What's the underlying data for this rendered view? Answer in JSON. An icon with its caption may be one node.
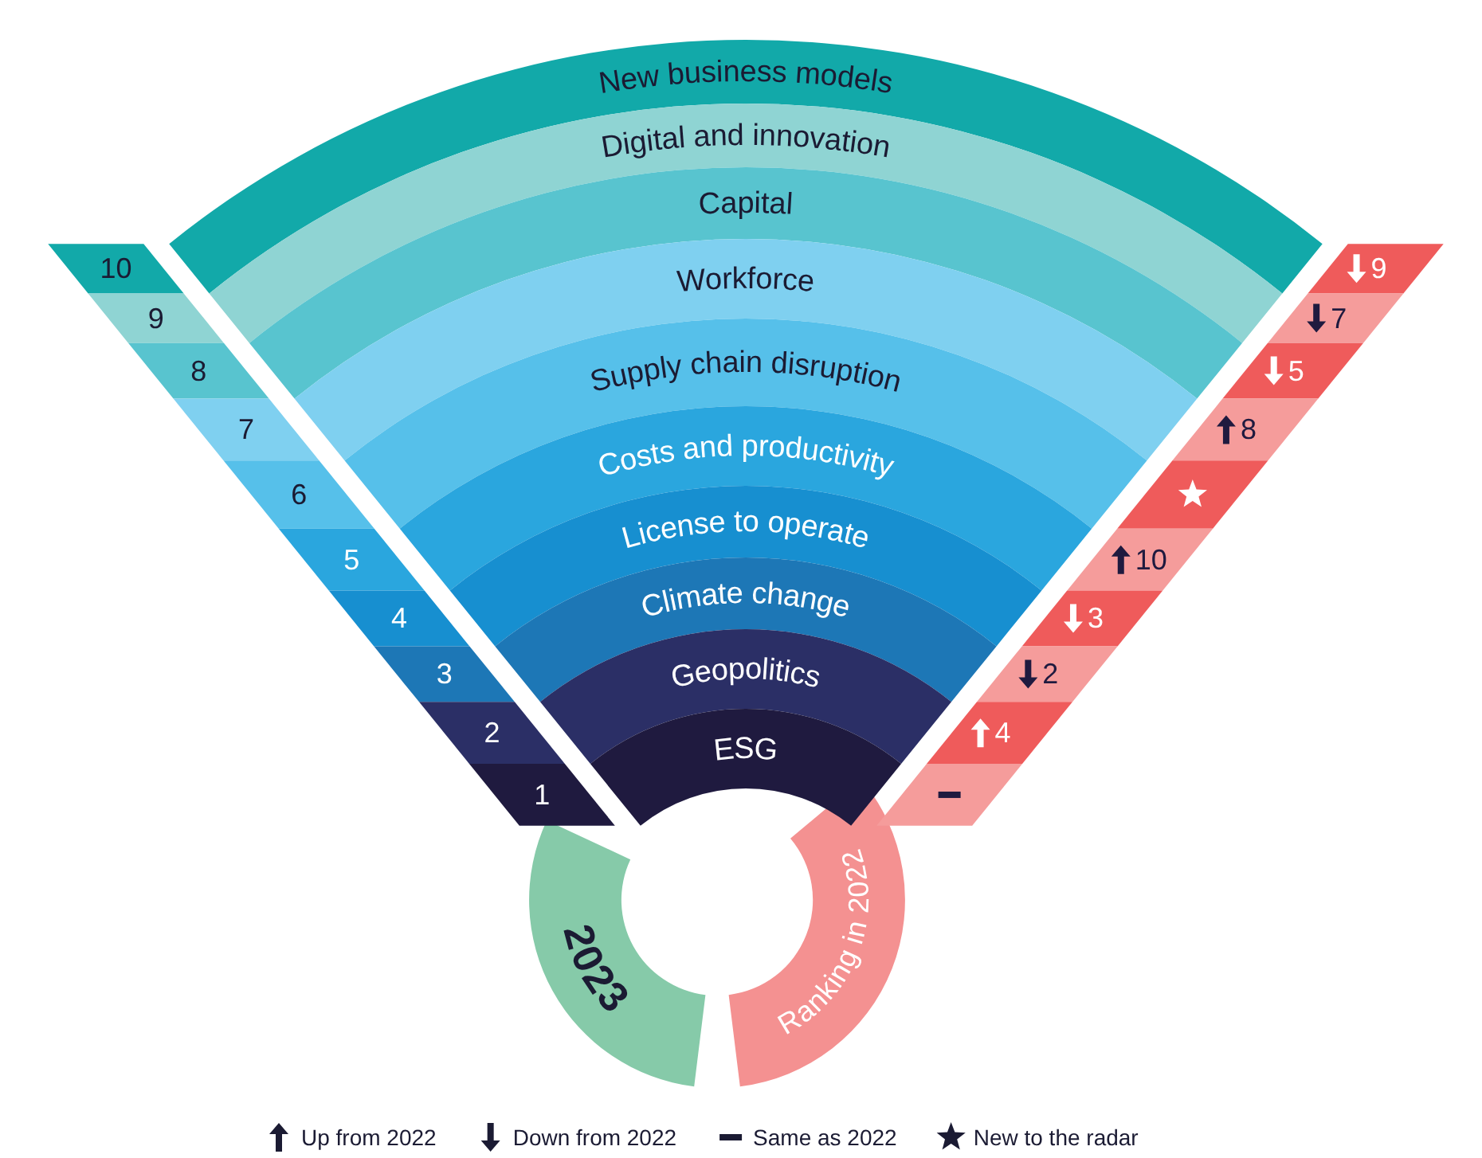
{
  "diagram": {
    "nodes": [
      {
        "text": [
          "New business models"
        ]
      },
      {
        "text": [
          "Digital and innovation"
        ]
      },
      {
        "text": [
          "Capital"
        ]
      },
      {
        "text": [
          "Workforce"
        ]
      },
      {
        "text": [
          "Supply chain disruption"
        ]
      },
      {
        "text": [
          "Costs and productivity"
        ]
      },
      {
        "text": [
          "License to operate"
        ]
      },
      {
        "text": [
          "Climate change"
        ]
      },
      {
        "text": [
          "Geopolitics"
        ]
      },
      {
        "text": [
          "ESG"
        ]
      }
    ],
    "edges": [],
    "labels": [
      "10",
      "9",
      "8",
      "7",
      "6",
      "5",
      "4",
      "3",
      "2",
      "1",
      "9",
      "7",
      "5",
      "8",
      "10",
      "3",
      "2",
      "4",
      "2023",
      "Ranking in 2022"
    ],
    "legend": [
      {
        "text": "Up from 2022"
      },
      {
        "text": "Down from 2022"
      },
      {
        "text": "Same as 2022"
      },
      {
        "text": "New to the radar"
      }
    ]
  }
}
